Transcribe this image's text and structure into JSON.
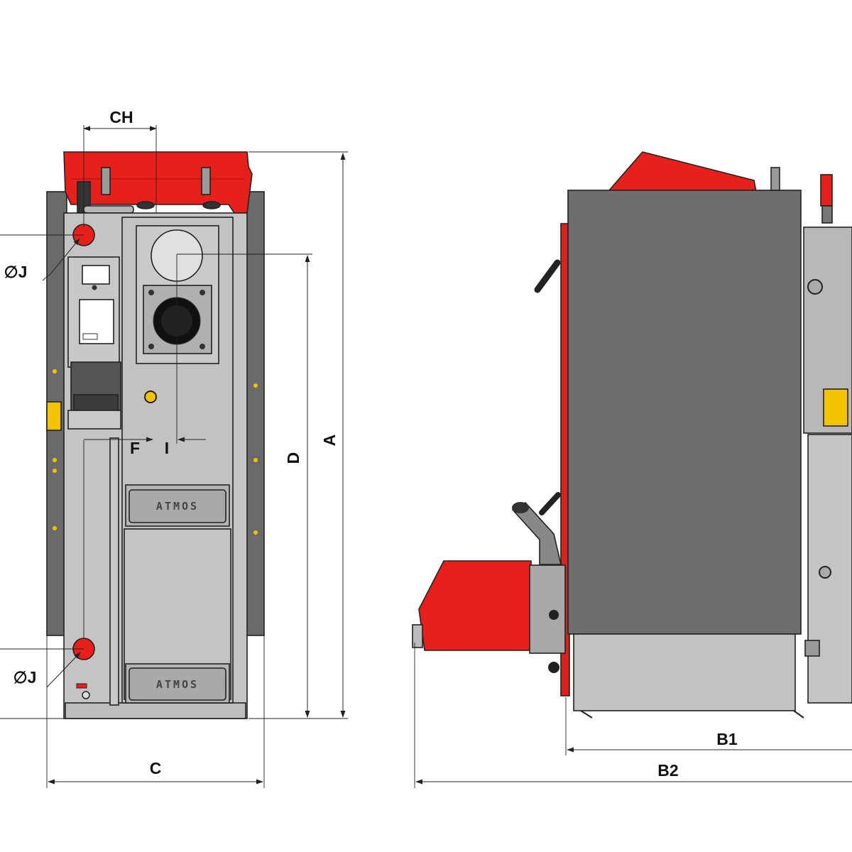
{
  "dimensions": {
    "ch": "CH",
    "a": "A",
    "d": "D",
    "f": "F",
    "i": "I",
    "c": "C",
    "j_top": "∅J",
    "j_bottom": "∅J",
    "b1": "B1",
    "b2": "B2"
  },
  "plates": {
    "upper": "ATMOS",
    "lower": "ATMOS"
  },
  "colors": {
    "red": "#e8201c",
    "panel_gray": "#c4c4c4",
    "dark_gray": "#6a6a6a",
    "side_dark": "#6e6e6e",
    "yellow": "#f5c400"
  }
}
